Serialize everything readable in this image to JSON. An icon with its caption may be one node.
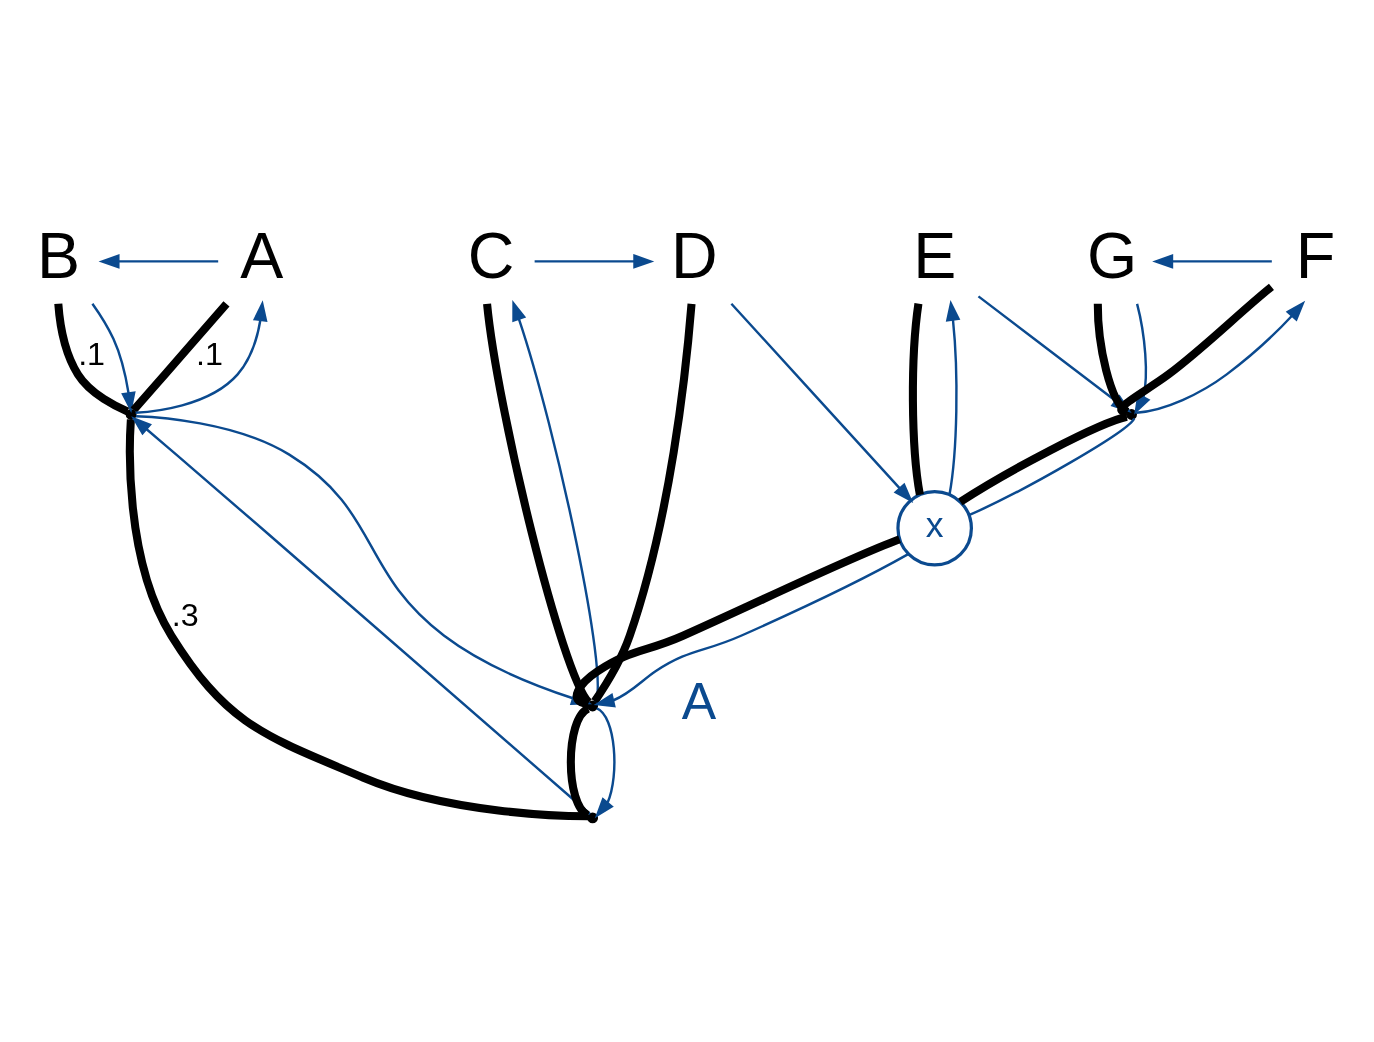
{
  "diagram": {
    "nodes": [
      {
        "text": [
          "A"
        ]
      },
      {
        "text": [
          "B"
        ]
      },
      {
        "text": [
          "C"
        ]
      },
      {
        "text": [
          "D"
        ]
      },
      {
        "text": [
          "E"
        ]
      },
      {
        "text": [
          "F"
        ]
      },
      {
        "text": [
          "G"
        ]
      },
      {
        "text": [],
        "shape": "point"
      },
      {
        "text": [],
        "shape": "point"
      },
      {
        "text": [],
        "shape": "point"
      },
      {
        "text": [
          "x"
        ]
      },
      {
        "text": [],
        "shape": "point"
      }
    ],
    "edges": [
      {
        "from": 7,
        "to": 8,
        "arrow": "none",
        "label": ".3",
        "style": "thick",
        "color": "#000000"
      },
      {
        "from": 7,
        "to": 9,
        "arrow": "none",
        "style": "thick",
        "color": "#000000"
      },
      {
        "from": 8,
        "to": 0,
        "arrow": "none",
        "label": ".1",
        "style": "thick",
        "color": "#000000"
      },
      {
        "from": 8,
        "to": 1,
        "arrow": "none",
        "label": ".1",
        "style": "thick",
        "color": "#000000"
      },
      {
        "from": 9,
        "to": 2,
        "arrow": "none",
        "style": "thick",
        "color": "#000000"
      },
      {
        "from": 9,
        "to": 3,
        "arrow": "none",
        "style": "thick",
        "color": "#000000"
      },
      {
        "from": 9,
        "to": 10,
        "arrow": "none",
        "style": "thick",
        "color": "#000000"
      },
      {
        "from": 10,
        "to": 4,
        "arrow": "none",
        "style": "thick",
        "color": "#000000"
      },
      {
        "from": 10,
        "to": 11,
        "arrow": "none",
        "style": "thick",
        "color": "#000000"
      },
      {
        "from": 11,
        "to": 5,
        "arrow": "none",
        "style": "thick",
        "color": "#000000"
      },
      {
        "from": 11,
        "to": 6,
        "arrow": "none",
        "style": "thick",
        "color": "#000000"
      },
      {
        "from": 7,
        "to": 8,
        "arrow": "to"
      },
      {
        "from": 8,
        "to": 0,
        "arrow": "to"
      },
      {
        "from": 0,
        "to": 1,
        "arrow": "to"
      },
      {
        "from": 1,
        "to": 8,
        "arrow": "to"
      },
      {
        "from": 8,
        "to": 9,
        "arrow": "to"
      },
      {
        "from": 9,
        "to": 2,
        "arrow": "to"
      },
      {
        "from": 2,
        "to": 3,
        "arrow": "to"
      },
      {
        "from": 3,
        "to": 10,
        "arrow": "to"
      },
      {
        "from": 10,
        "to": 4,
        "arrow": "to"
      },
      {
        "from": 4,
        "to": 11,
        "arrow": "to"
      },
      {
        "from": 11,
        "to": 5,
        "arrow": "to"
      },
      {
        "from": 5,
        "to": 6,
        "arrow": "to"
      },
      {
        "from": 6,
        "to": 11,
        "arrow": "to"
      },
      {
        "from": 11,
        "to": 10,
        "arrow": "none"
      },
      {
        "from": 10,
        "to": 9,
        "arrow": "to"
      },
      {
        "from": 9,
        "to": 7,
        "arrow": "to"
      }
    ],
    "labels": [
      "A"
    ]
  }
}
